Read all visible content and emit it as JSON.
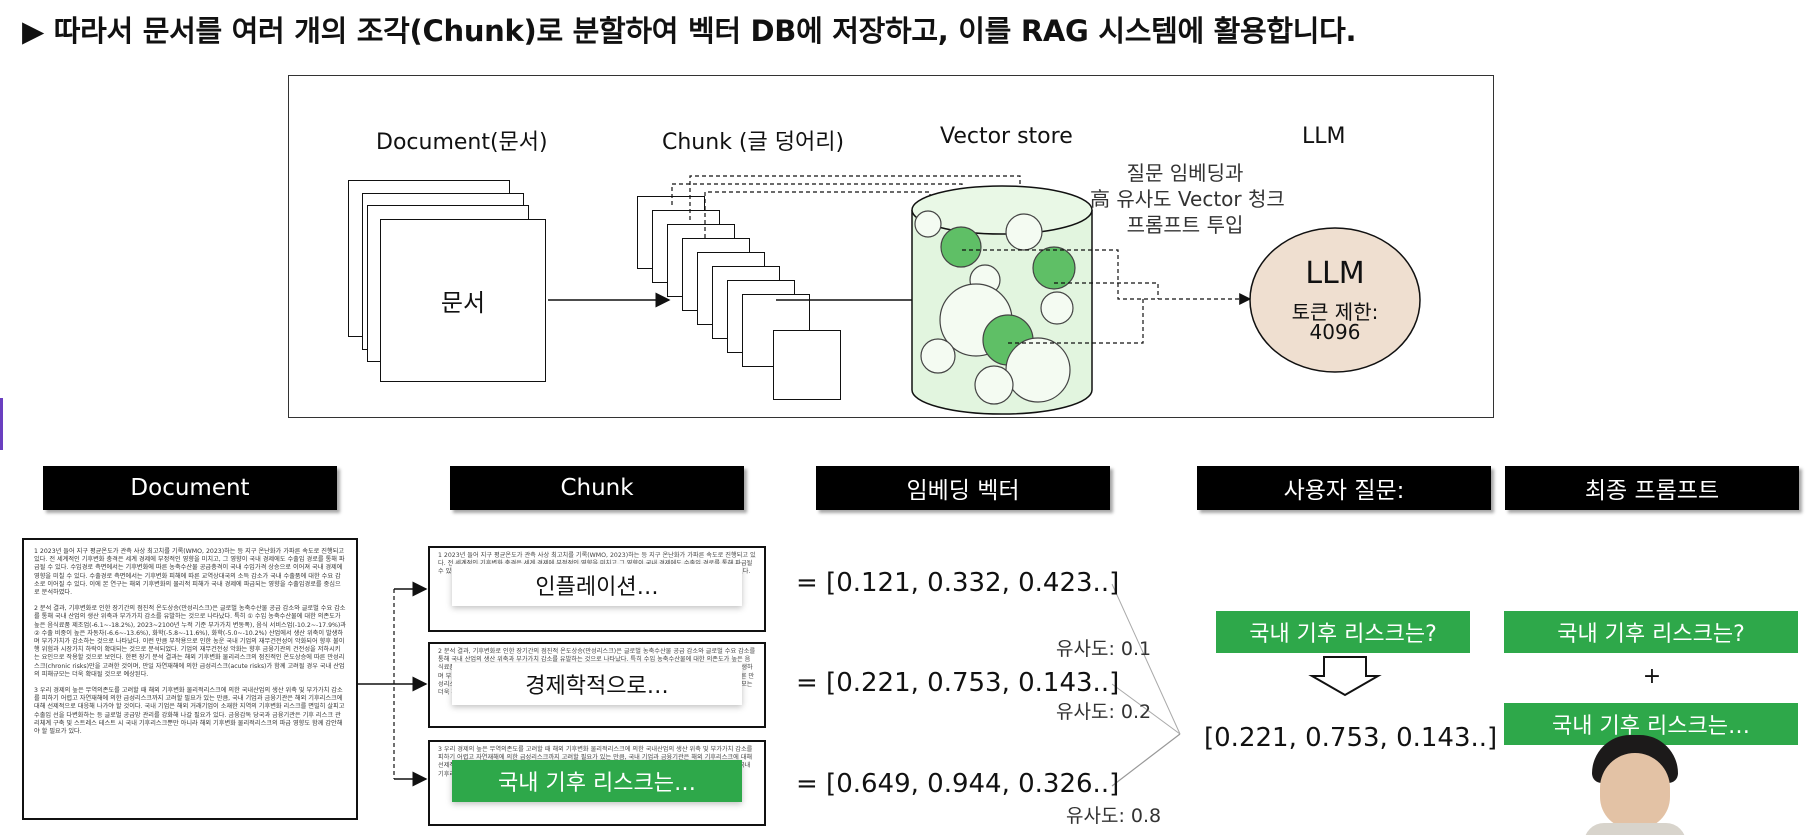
{
  "headline": "▶ 따라서 문서를 여러 개의 조각(Chunk)로 분할하여 벡터 DB에 저장하고, 이를 RAG 시스템에 활용합니다.",
  "diagram": {
    "document_label": "Document(문서)",
    "document_text": "문서",
    "chunk_label": "Chunk (글 덩어리)",
    "vector_store_label": "Vector store",
    "llm_label": "LLM",
    "note_lines": [
      "질문 임베딩과",
      "高 유사도 Vector 청크",
      "프롬프트 투입"
    ],
    "llm_title": "LLM",
    "llm_token_label": "토큰 제한:",
    "llm_token_value": "4096"
  },
  "headers": {
    "document": "Document",
    "chunk": "Chunk",
    "embedding": "임베딩 벡터",
    "user_question": "사용자 질문:",
    "final_prompt": "최종 프롬프트"
  },
  "document_paragraphs": [
    "1 2023년 들어 지구 평균온도가 관측 사상 최고치를 기록(WMO, 2023)하는 등 지구 온난화가 가파른 속도로 진행되고 있다. 전 세계적인 기후변화 충격은 세계 경제에 부정적인 영향을 미치고, 그 영향이 국내 경제에도 수출입 경로를 통해 파급될 수 있다. 수입경로 측면에서는 기후변화에 따른 농축수산물 공급충격이 국내 수입가격 상승으로 이어져 국내 경제에 영향을 미칠 수 있다. 수출경로 측면에서는 기후변화 피해에 따른 교역상대국의 소득 감소가 국내 수출품에 대한 수요 감소로 이어질 수 있다. 이에 본 연구는 해외 기후변화의 물리적 피해가 국내 경제에 파급되는 영향을 수출입경로를 중심으로 분석하였다.",
    "2 분석 결과, 기후변화로 인한 장기간의 점진적 온도상승(만성리스크)은 글로벌 농축수산물 공급 감소와 글로벌 수요 감소를 통해 국내 산업의 생산 위축과 부가가치 감소를 유발하는 것으로 나타났다. 특히 ① 수입 농축수산물에 대한 의존도가 높은 음식료품 제조업(-6.1~-18.2%), 2023~2100년 누적 기준 부가가치 변동폭), 음식 서비스업(-10.2~-17.9%)과 ② 수출 비중이 높은 자동차(-6.6~-13.6%), 화학(-5.8~-11.6%), 화학(-5.0~-10.2%) 산업에서 생산 위축이 발생하며 부가가치가 감소하는 것으로 나타났다. 이런 만큼 부작용으로 인한 농운 국내 기업의 재무건전성이 악화되어 향후 불이행 위험과 시장가치 하락이 확대되는 것으로 분석되었다. 기업의 재무건전성 악화는 향후 금융기관의 건전성을 저하시키는 요인으로 작용할 것으로 보인다. 한편 장기 분석 결과는 해외 기후변화 물리리스크의 점진적인 온도상승에 따른 만성리스크(chronic risks)만을 고려한 것이며, 만일 자연재해에 의한 급성리스크(acute risks)가 함께 고려될 경우 국내 산업의 피해규모는 더욱 확대될 것으로 예상된다.",
    "3 우리 경제의 높은 무역의존도를 고려할 때 해외 기후변화 물리적리스크에 의한 국내산업의 생산 위축 및 부가가치 감소를 피하기 어렵고 자연재해에 의한 급성리스크까지 고려할 필요가 있는 만큼, 국내 기업과 금융기관은 해외 기후리스크에 대해 선제적으로 대응해 나가야 할 것이다. 국내 기업은 해외 거래기업이 소재한 지역의 기후변화 리스크를 면밀히 살피고 수출입 선을 다변화하는 등 글로벌 공급망 관리를 강화해 나갈 필요가 있다. 금융감독 당국과 금융기관은 기후 리스크 관리체계 구축 및 스트레스 테스트 시 국내 기후리스크뿐만 아니라 해외 기후변화 물리적리스크의 파급 영향도 함께 감안해야 할 필요가 있다."
  ],
  "chunks": [
    {
      "text": "1 2023년 들어 지구 평균온도가 관측 사상 최고치를 기록(WMO, 2023)하는 등 지구 온난화가 가파른 속도로 진행되고 있다. 전 세계적인 기후변화 충격은 세계 경제에 부정적인 영향을 미치고 그 영향이 국내 경제에도 수출입 경로를 통해 파급될 수 있다. 이에 본 연구는 해외 기후변화의 물리적 피해가 국내 경제에 파급되는 영향을 수출입경로를 중심으로 분석하였다.",
      "label": "인플레이션…"
    },
    {
      "text": "2 분석 결과, 기후변화로 인한 장기간의 점진적 온도상승(만성리스크)은 글로벌 농축수산물 공급 감소와 글로벌 수요 감소를 통해 국내 산업의 생산 위축과 부가가치 감소를 유발하는 것으로 나타났다. 특히 수입 농축수산물에 대한 의존도가 높은 음식료품 제조업(-6.1~-18.2%), 음식 서비스업(-10.2~-17.9%)과 수출 비중이 높은 자동차 산업에서 생산 위축이 발생하며 부가가치가 감소하는 것으로 나타났다. 한편 장기 분석 결과는 해외 기후변화 물리리스크의 점진적인 온도상승에 따른 만성리스크만을 고려한 것이며, 만일 자연재해에 의한 급성리스크(acute risks)가 함께 고려될 경우 국내 산업의 피해규모는 더욱 확대될 것으로 예상된다.",
      "label": "경제학적으로…"
    },
    {
      "text": "3 우리 경제의 높은 무역의존도를 고려할 때 해외 기후변화 물리적리스크에 의한 국내산업의 생산 위축 및 부가가치 감소를 피하기 어렵고 자연재해에 의한 급성리스크까지 고려할 필요가 있는 만큼, 국내 기업과 금융기관은 해외 기후리스크에 대해 선제적으로 대응해 나가야 할 것이다. 금융감독 당국과 금융기관은 기후 리스크 관리체계 구축 및 스트레스 테스트 시 국내 기후리스크뿐만 아니라 해외 기후변화 물리적리스크의 파급 영향도 함께 감안해야 할 필요가 있다.",
      "label": "국내 기후 리스크는…"
    }
  ],
  "vectors": [
    "= [0.121, 0.332, 0.423..]",
    "= [0.221, 0.753, 0.143..]",
    "= [0.649, 0.944, 0.326..]"
  ],
  "similarities": [
    "유사도: 0.1",
    "유사도: 0.2",
    "유사도: 0.8"
  ],
  "user_question": {
    "text": "국내 기후 리스크는?",
    "vector": "[0.221, 0.753, 0.143..]"
  },
  "final_prompt": {
    "question": "국내 기후 리스크는?",
    "plus": "+",
    "chunk": "국내 기후 리스크는…"
  },
  "colors": {
    "green": "#2ea84a",
    "light_green": "#e2f5df",
    "mid_green": "#5fbf66",
    "llm_fill": "#efdfd0"
  }
}
